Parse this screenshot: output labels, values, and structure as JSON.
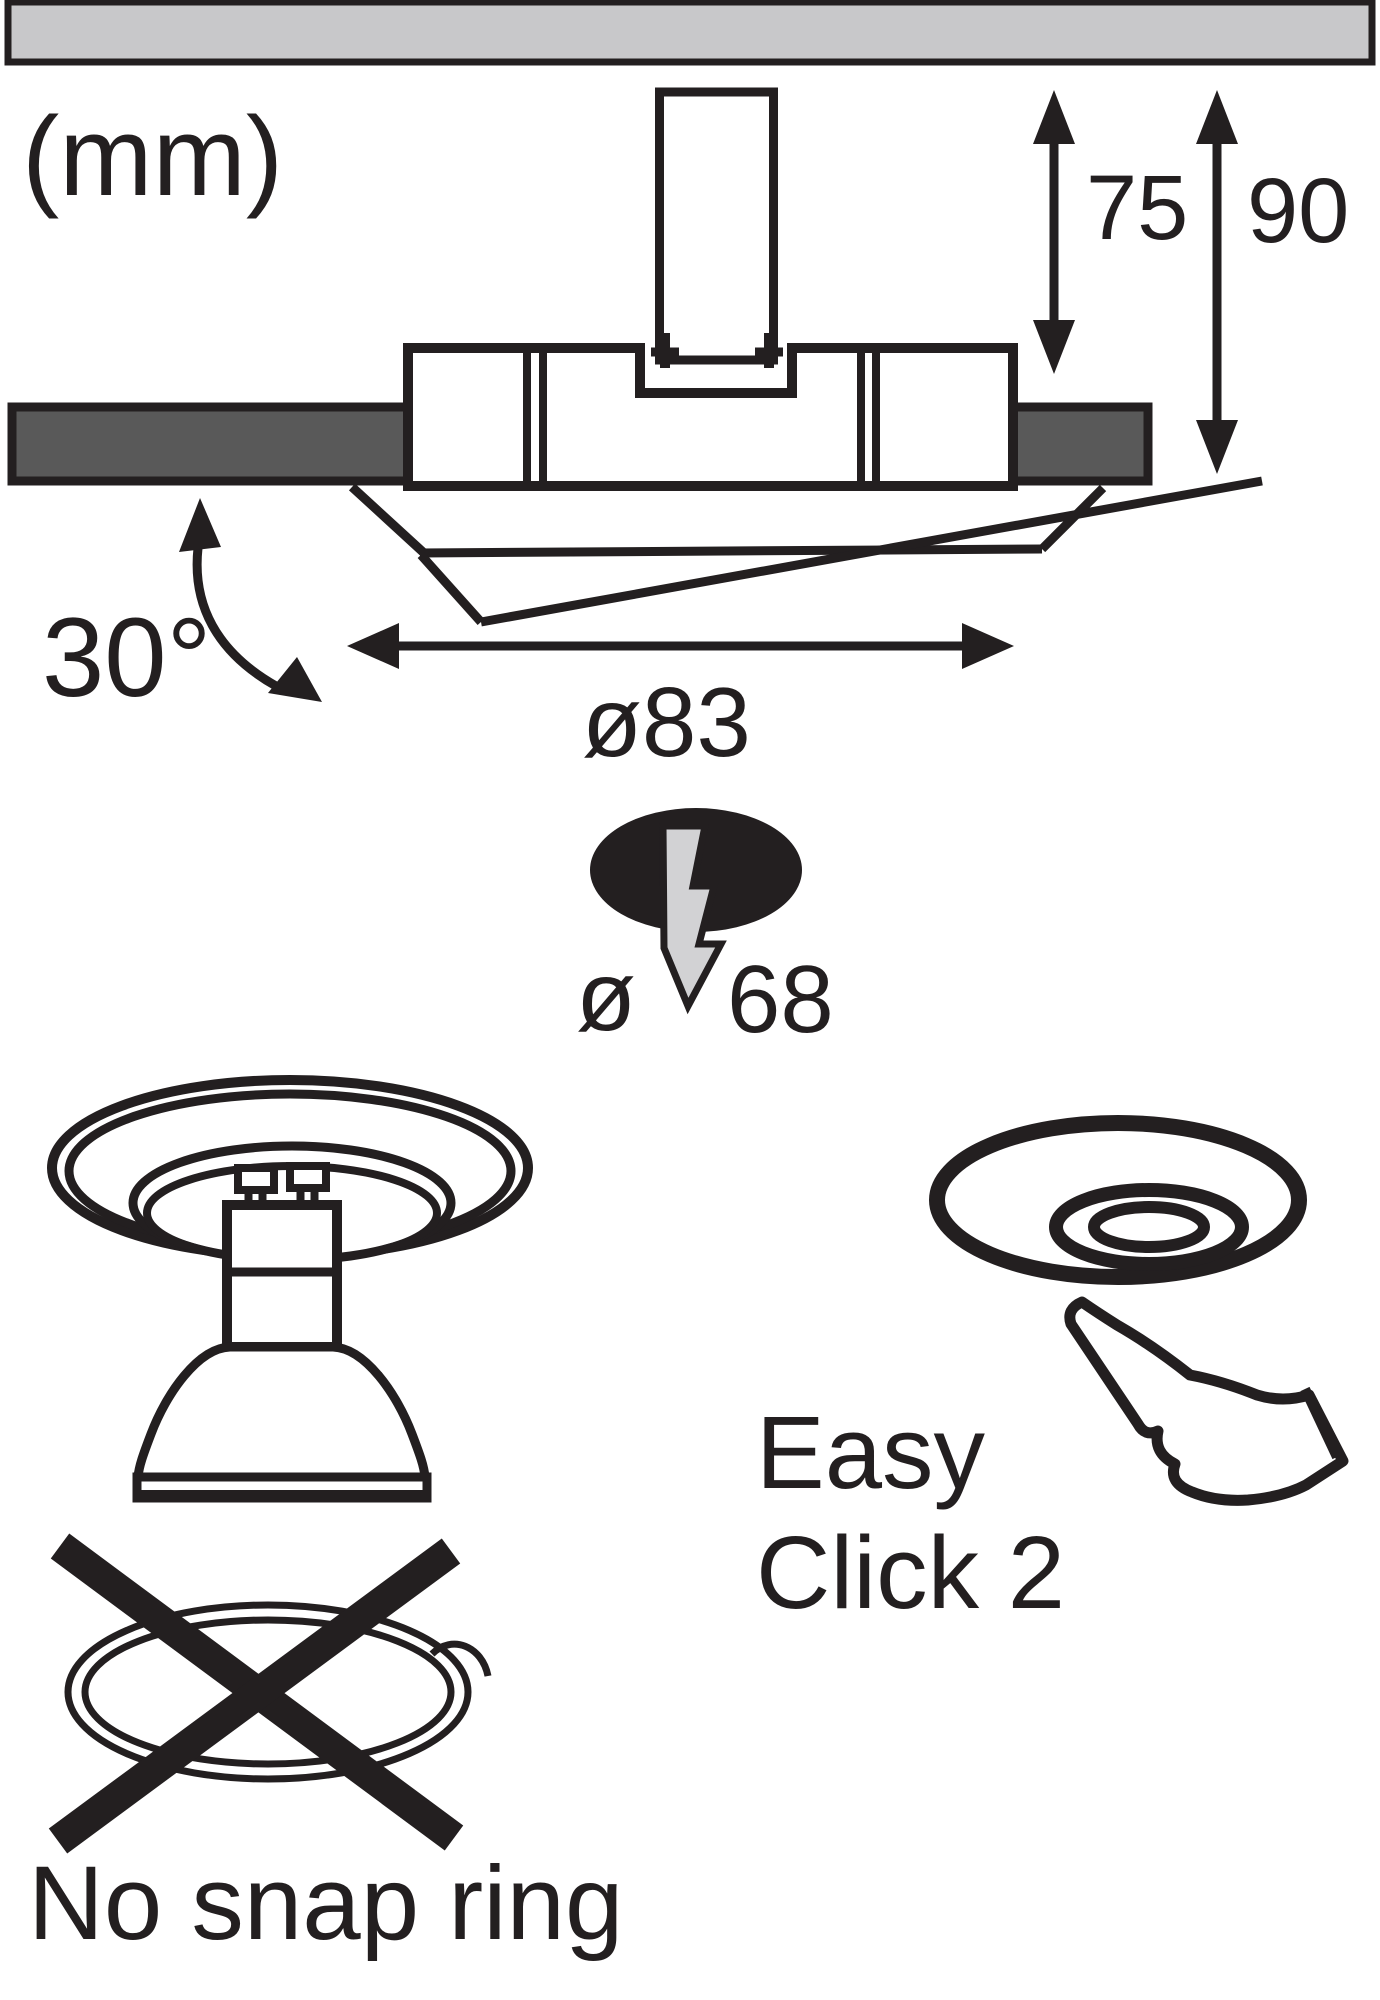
{
  "diagram": {
    "name": "recessed-spotlight-installation-diagram",
    "unit_label": "(mm)",
    "dimensions": {
      "recess_depth": "75",
      "total_depth": "90",
      "tilt_angle": "30°",
      "outer_diameter": "ø83",
      "cutout_diameter_symbol": "ø",
      "cutout_diameter_value": "68"
    },
    "captions": {
      "easy_click_line1": "Easy",
      "easy_click_line2": "Click 2",
      "no_snap_ring": "No snap ring"
    },
    "icons": [
      "ceiling-bar",
      "mount-tube",
      "housing-cross-section",
      "ceiling-panel-left",
      "ceiling-panel-right",
      "tilted-bezel",
      "dimension-arrow-75",
      "dimension-arrow-90",
      "dimension-arrow-diameter-83",
      "tilt-arc-arrow",
      "drill-hole-icon",
      "lightning-bolt-icon",
      "gu10-lamp-icon",
      "snap-ring-icon",
      "prohibition-cross-icon",
      "easy-click-ring-icon",
      "pressing-hand-icon"
    ],
    "colors": {
      "line": "#231f20",
      "ceiling_bar_fill": "#c8c8ca",
      "ceiling_panel_fill": "#595959",
      "hole_fill": "#231f20",
      "bolt_fill": "#d2d2d4",
      "background": "#ffffff"
    }
  }
}
